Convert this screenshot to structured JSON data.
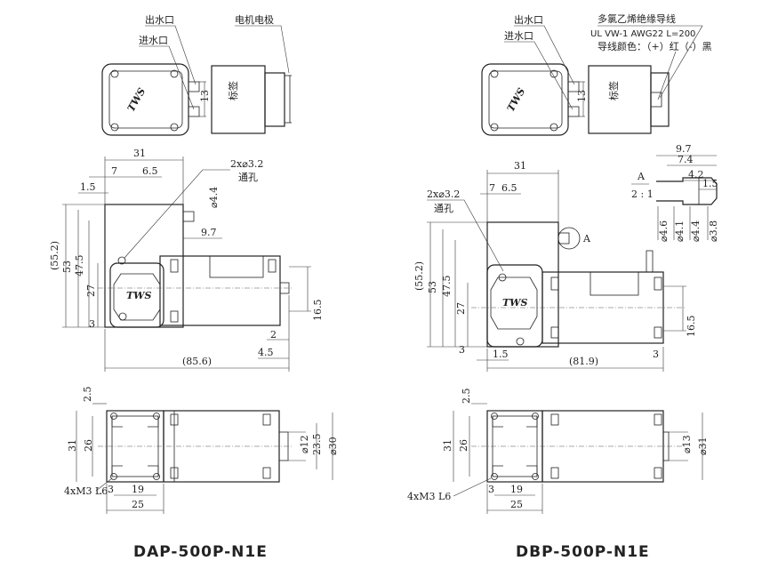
{
  "left": {
    "model": "DAP-500P-N1E",
    "callouts": {
      "outlet": "出水口",
      "inlet": "进水口",
      "electrode": "电机电极",
      "label": "标签",
      "hole_count": "2x⌀3.2",
      "through_hole": "通孔"
    },
    "dims": {
      "w31": "31",
      "w7": "7",
      "w6_5": "6.5",
      "w1_5": "1.5",
      "d4_4": "⌀4.4",
      "w9_7": "9.7",
      "h55_2": "(55.2)",
      "h53": "53",
      "h47_5": "47.5",
      "h27": "27",
      "h3": "3",
      "h16_5": "16.5",
      "w2": "2",
      "w4_5": "4.5",
      "len85_6": "(85.6)",
      "h13": "13",
      "b2_5": "2.5",
      "b31": "31",
      "b26": "26",
      "b3": "3",
      "b19": "19",
      "b25": "25",
      "d12": "⌀12",
      "w23_5": "23.5",
      "d30": "⌀30",
      "screw": "4xM3 L6"
    }
  },
  "right": {
    "model": "DBP-500P-N1E",
    "callouts": {
      "outlet": "出水口",
      "inlet": "进水口",
      "wire_title": "多氯乙烯绝缘导线",
      "wire_spec": "UL VW-1 AWG22 L=200",
      "wire_color": "导线颜色：（+）红（-）黑",
      "label": "标签",
      "hole_count": "2x⌀3.2",
      "through_hole": "通孔",
      "detail": "A",
      "scale": "2 : 1",
      "detail_ref": "A"
    },
    "dims": {
      "w31": "31",
      "w7": "7",
      "w6_5": "6.5",
      "h55_2": "(55.2)",
      "h53": "53",
      "h47_5": "47.5",
      "h27": "27",
      "h3": "3",
      "w1_5": "1.5",
      "len81_9": "(81.9)",
      "w3": "3",
      "h16_5": "16.5",
      "h13": "13",
      "n9_7": "9.7",
      "n7_4": "7.4",
      "n4_2": "4.2",
      "n1_5": "1.5",
      "nd4_6": "⌀4.6",
      "nd4_1": "⌀4.1",
      "nd4_4": "⌀4.4",
      "nd3_8": "⌀3.8",
      "b2_5": "2.5",
      "b31": "31",
      "b26": "26",
      "b3": "3",
      "b19": "19",
      "b25": "25",
      "d13": "⌀13",
      "d31": "⌀31",
      "screw": "4xM3 L6"
    }
  },
  "logo_text": "TWS"
}
